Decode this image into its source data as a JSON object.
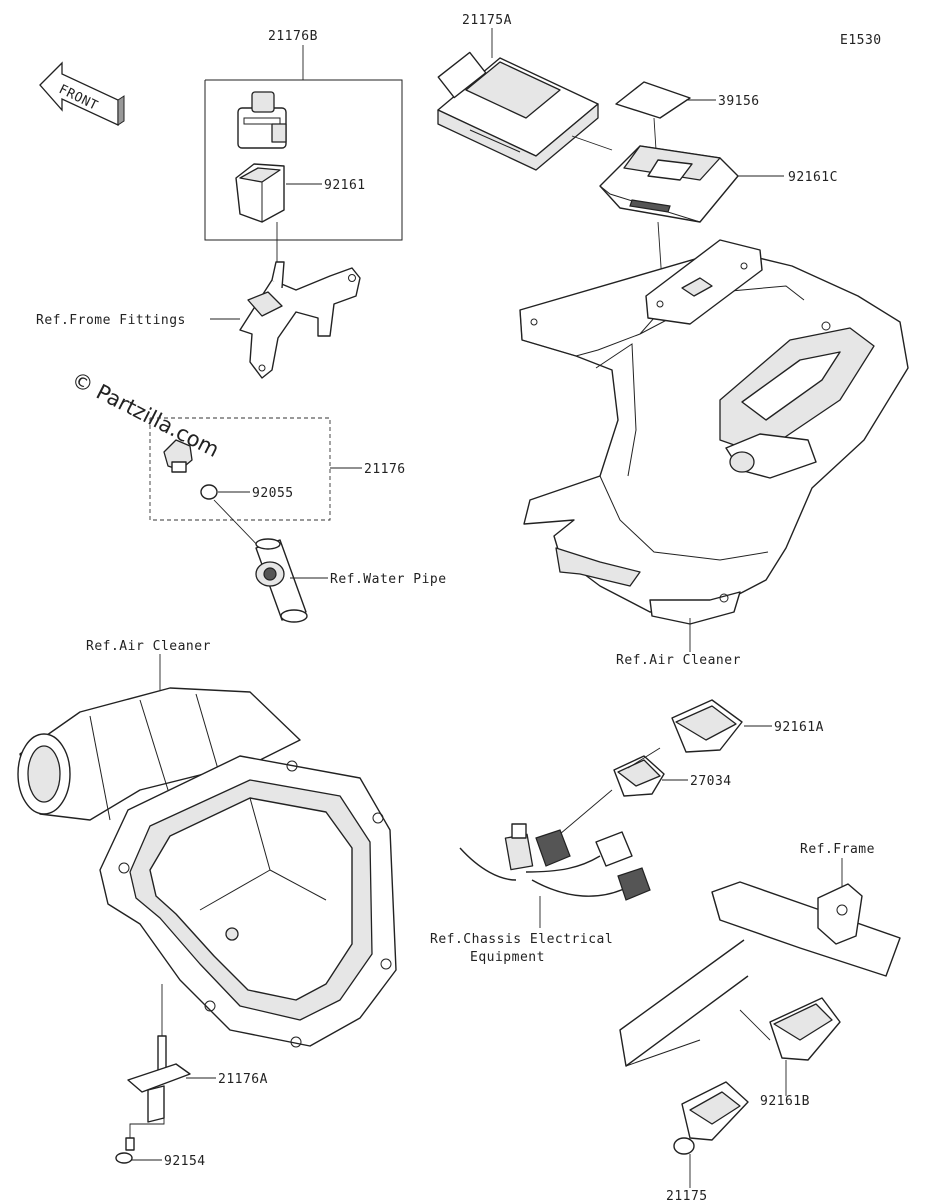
{
  "diagram": {
    "code": "E1530",
    "front_arrow": "FRONT",
    "watermark": "© Partzilla.com",
    "labels": {
      "p21176B": "21176B",
      "p92161": "92161",
      "ref_frame_fittings": "Ref.Frome Fittings",
      "p21176": "21176",
      "p92055": "92055",
      "ref_water_pipe": "Ref.Water Pipe",
      "p21175A": "21175A",
      "p39156": "39156",
      "p92161C": "92161C",
      "ref_air_cleaner_right": "Ref.Air Cleaner",
      "ref_air_cleaner_left": "Ref.Air Cleaner",
      "p92161A": "92161A",
      "p27034": "27034",
      "ref_chassis_line1": "Ref.Chassis Electrical",
      "ref_chassis_line2": "Equipment",
      "ref_frame": "Ref.Frame",
      "p21176A": "21176A",
      "p92154": "92154",
      "p92161B": "92161B",
      "p21175": "21175"
    }
  }
}
